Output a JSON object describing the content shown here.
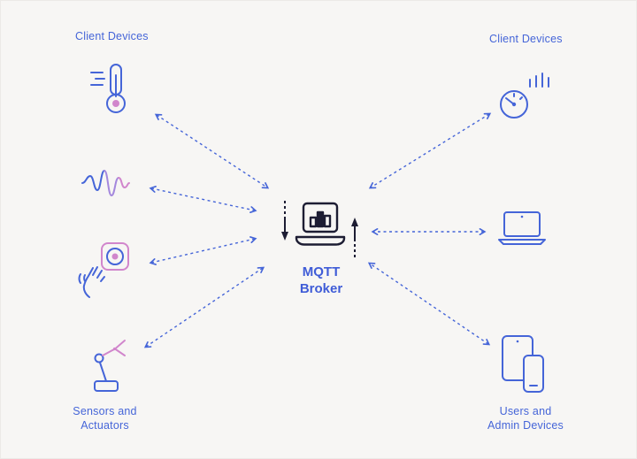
{
  "page": {
    "background": "#f7f6f4",
    "border": "#eceae7"
  },
  "colors": {
    "accent_blue": "#4565d8",
    "accent_purple": "#a488dd",
    "accent_pink": "#d186cc",
    "dark": "#1d1d33"
  },
  "labels": {
    "client_left": "Client Devices",
    "client_right": "Client Devices",
    "sensors_line1": "Sensors and",
    "sensors_line2": "Actuators",
    "users_line1": "Users and",
    "users_line2": "Admin Devices",
    "broker_line1": "MQTT",
    "broker_line2": "Broker"
  },
  "nodes": {
    "left_column": [
      {
        "icon": "thermometer-icon",
        "group": "Client Devices"
      },
      {
        "icon": "sound-wave-icon",
        "group": "Client Devices"
      },
      {
        "icon": "motion-sensor-icon",
        "group": "Sensors and Actuators"
      },
      {
        "icon": "joystick-icon",
        "group": "Sensors and Actuators"
      }
    ],
    "center": {
      "icon": "broker-laptop-icon",
      "label": "MQTT Broker"
    },
    "right_column": [
      {
        "icon": "gauge-icon",
        "group": "Client Devices"
      },
      {
        "icon": "laptop-icon",
        "group": "Users and Admin Devices"
      },
      {
        "icon": "tablet-phone-icon",
        "group": "Users and Admin Devices"
      }
    ]
  },
  "connections": [
    {
      "from": "thermometer-icon",
      "to": "broker-laptop-icon",
      "style": "dashed",
      "bidirectional": true
    },
    {
      "from": "sound-wave-icon",
      "to": "broker-laptop-icon",
      "style": "dashed",
      "bidirectional": true
    },
    {
      "from": "motion-sensor-icon",
      "to": "broker-laptop-icon",
      "style": "dashed",
      "bidirectional": true
    },
    {
      "from": "joystick-icon",
      "to": "broker-laptop-icon",
      "style": "dashed",
      "bidirectional": true
    },
    {
      "from": "gauge-icon",
      "to": "broker-laptop-icon",
      "style": "dashed",
      "bidirectional": true
    },
    {
      "from": "laptop-icon",
      "to": "broker-laptop-icon",
      "style": "dashed",
      "bidirectional": true
    },
    {
      "from": "tablet-phone-icon",
      "to": "broker-laptop-icon",
      "style": "dashed",
      "bidirectional": true
    }
  ]
}
